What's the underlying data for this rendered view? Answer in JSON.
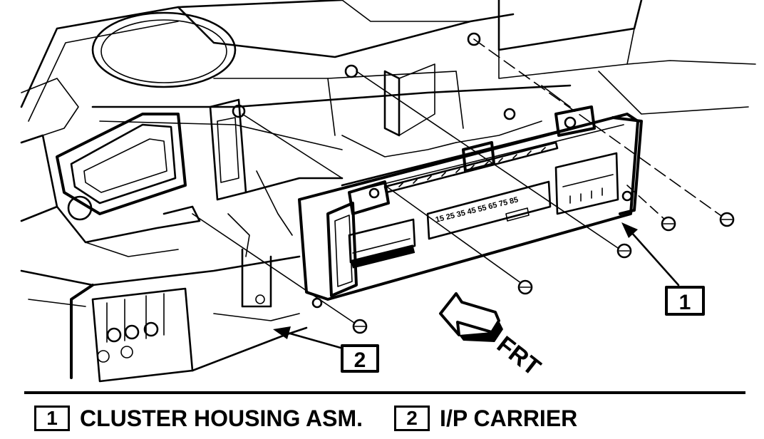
{
  "callouts": [
    {
      "number": "1",
      "label": "CLUSTER HOUSING ASM."
    },
    {
      "number": "2",
      "label": "I/P CARRIER"
    }
  ],
  "direction_label": "FRT",
  "dial_readout": "15 25 35 45 55 65 75 85"
}
